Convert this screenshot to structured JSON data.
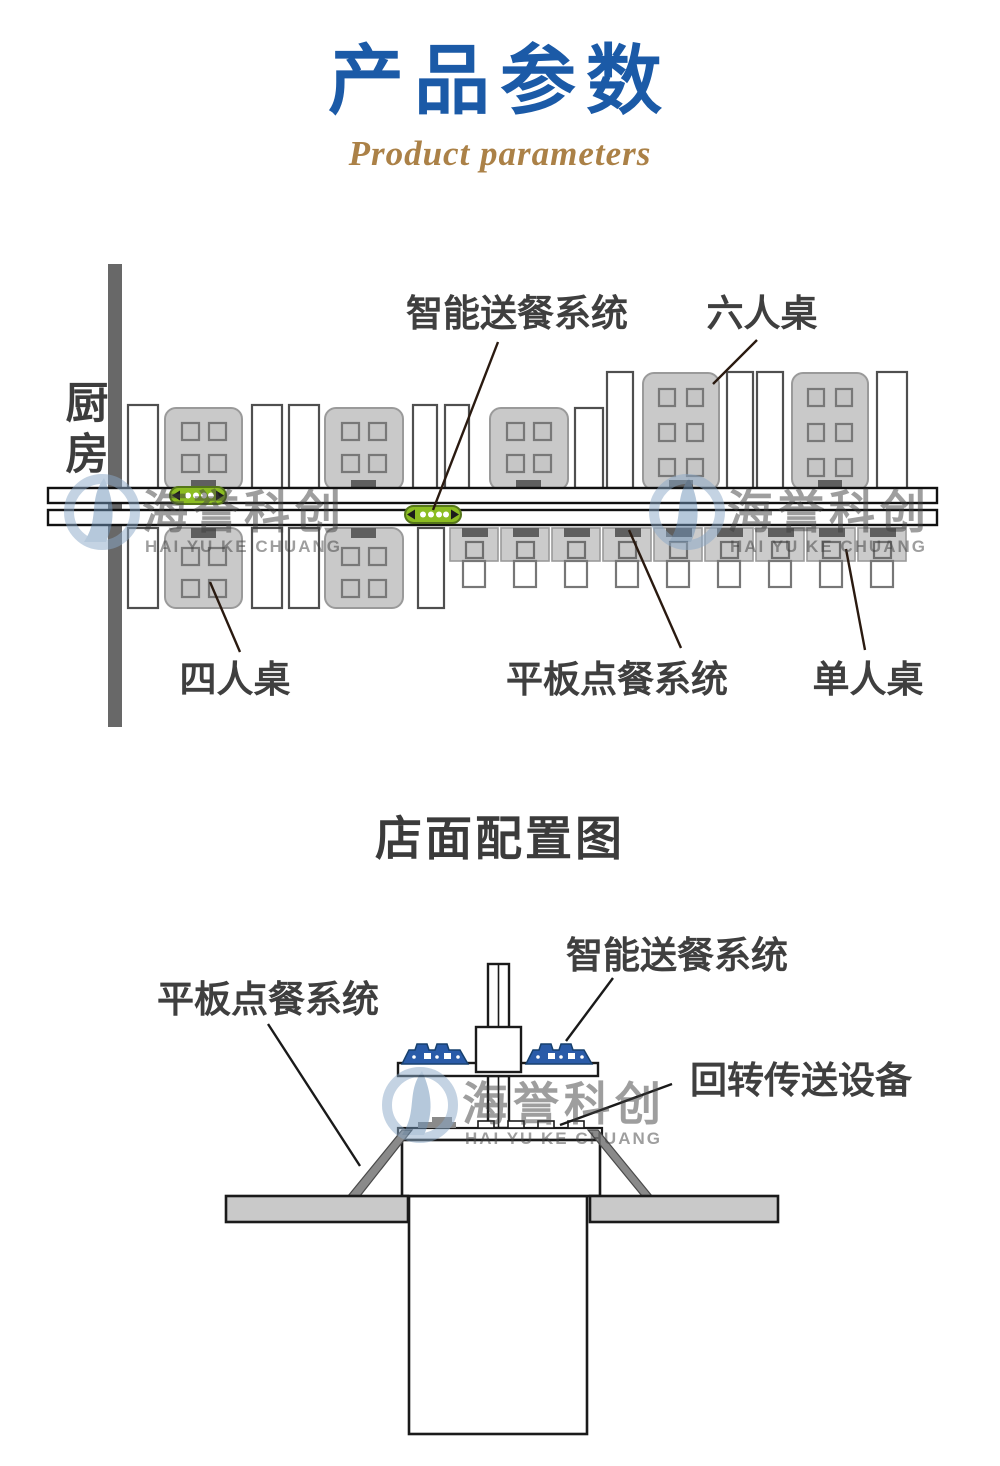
{
  "header": {
    "title": "产品参数",
    "subtitle": "Product parameters"
  },
  "floor_plan": {
    "kitchen_label": "厨房",
    "smart_delivery_label": "智能送餐系统",
    "six_seat_label": "六人桌",
    "four_seat_label": "四人桌",
    "tablet_order_label": "平板点餐系统",
    "single_seat_label": "单人桌"
  },
  "section_heading": "店面配置图",
  "side_view": {
    "smart_delivery_label": "智能送餐系统",
    "tablet_order_label": "平板点餐系统",
    "rotary_label": "回转传送设备"
  },
  "watermark": {
    "cn": "海誉科创",
    "en": "HAI YU KE CHUANG"
  },
  "colors": {
    "title_blue": "#1b5aa7",
    "subtitle_gold": "#ab8147",
    "label_gray": "#3f3f3f",
    "wall_gray": "#686868",
    "table_fill": "#c9c9c9",
    "robot_green": "#8cbd22",
    "train_blue": "#2a5ba8",
    "watermark_blue": "#8ba9c8",
    "floor_slab_gray": "#c9c9c9",
    "leg_gray": "#8a8a8a"
  }
}
